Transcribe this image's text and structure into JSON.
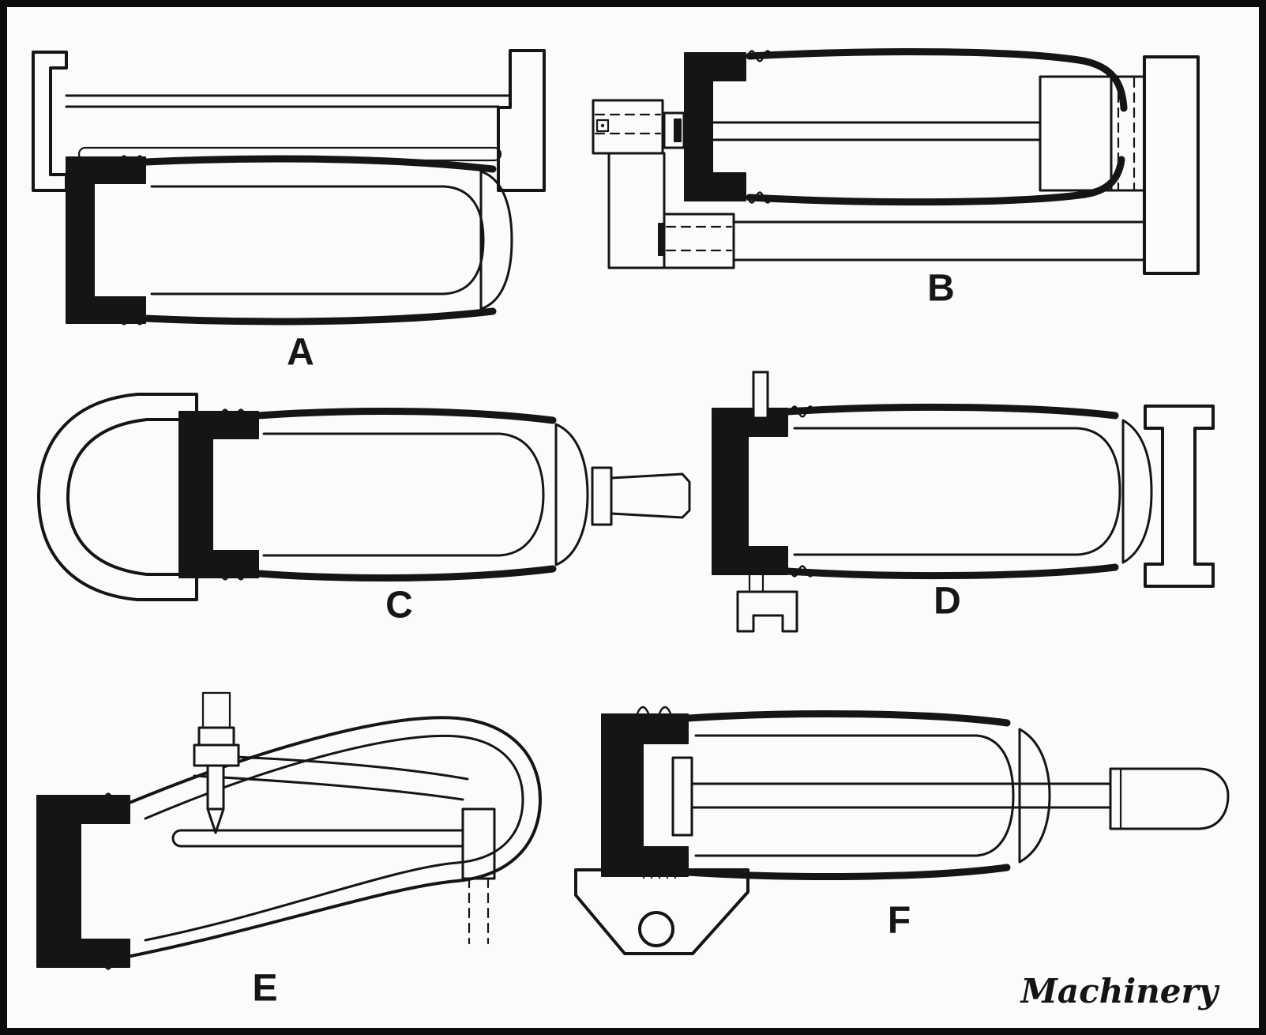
{
  "figure": {
    "labels": [
      "A",
      "B",
      "C",
      "D",
      "E",
      "F"
    ],
    "credit": "Machinery",
    "colors": {
      "ink": "#151515",
      "paper": "#fbfbfa"
    }
  }
}
